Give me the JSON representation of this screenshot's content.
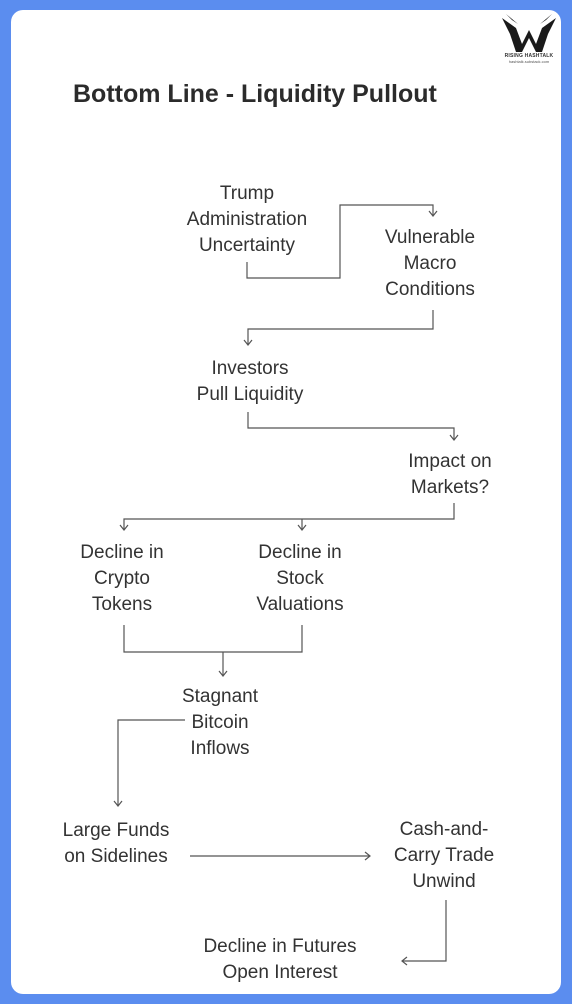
{
  "title": "Bottom Line - Liquidity Pullout",
  "logo": {
    "brand": "RISING HASHTALK",
    "url": "hashtalk.substack.com"
  },
  "nodes": {
    "trump": [
      "Trump",
      "Administration",
      "Uncertainty"
    ],
    "vulnerable": [
      "Vulnerable",
      "Macro",
      "Conditions"
    ],
    "investors": [
      "Investors",
      "Pull Liquidity"
    ],
    "impact": [
      "Impact on",
      "Markets?"
    ],
    "crypto": [
      "Decline in",
      "Crypto",
      "Tokens"
    ],
    "stock": [
      "Decline in",
      "Stock",
      "Valuations"
    ],
    "bitcoin": [
      "Stagnant",
      "Bitcoin",
      "Inflows"
    ],
    "funds": [
      "Large Funds",
      "on Sidelines"
    ],
    "cash": [
      "Cash-and-",
      "Carry Trade",
      "Unwind"
    ],
    "futures": [
      "Decline in Futures",
      "Open Interest"
    ]
  },
  "colors": {
    "background": "#5b8def",
    "card": "#ffffff",
    "edge": "#555555",
    "text": "#333333"
  }
}
